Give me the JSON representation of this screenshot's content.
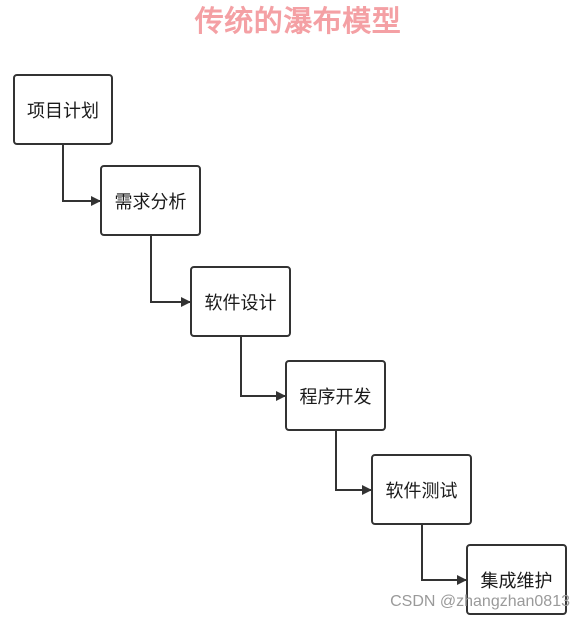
{
  "title": "传统的瀑布模型",
  "colors": {
    "title": "#f4a0a4",
    "box_border": "#333333",
    "arrow": "#333333",
    "watermark": "#9a9a9a"
  },
  "steps": [
    {
      "label": "项目计划"
    },
    {
      "label": "需求分析"
    },
    {
      "label": "软件设计"
    },
    {
      "label": "程序开发"
    },
    {
      "label": "软件测试"
    },
    {
      "label": "集成维护"
    }
  ],
  "watermark": "CSDN @zhangzhan0813"
}
